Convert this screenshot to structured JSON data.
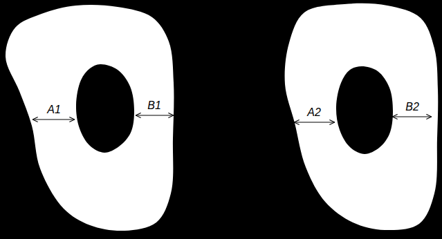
{
  "diagram": {
    "labels": [
      "A1",
      "B1",
      "A2",
      "B2"
    ]
  }
}
